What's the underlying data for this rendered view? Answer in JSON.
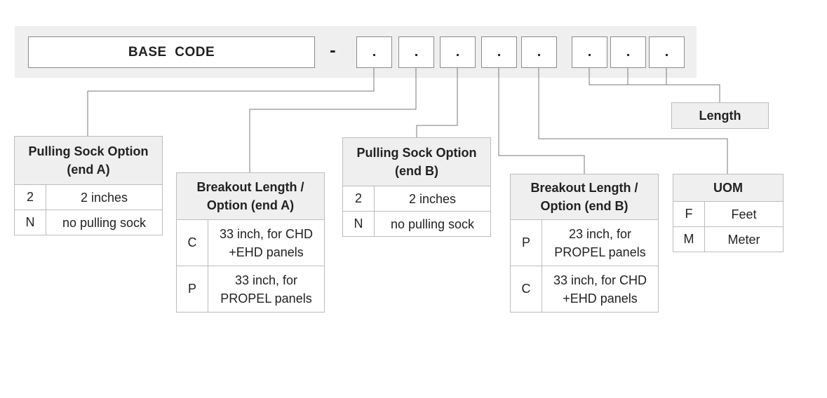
{
  "code": {
    "base_label": "BASE  CODE",
    "separator": "-",
    "slots": [
      ".",
      ".",
      ".",
      ".",
      ".",
      ".",
      ".",
      "."
    ]
  },
  "length_label": "Length",
  "tables": {
    "pulling_a": {
      "title": "Pulling Sock Option (end A)",
      "rows": [
        {
          "code": "2",
          "desc": "2 inches"
        },
        {
          "code": "N",
          "desc": "no pulling sock"
        }
      ]
    },
    "breakout_a": {
      "title": "Breakout Length / Option (end A)",
      "rows": [
        {
          "code": "C",
          "desc": "33 inch, for CHD +EHD panels"
        },
        {
          "code": "P",
          "desc": "33 inch, for PROPEL panels"
        }
      ]
    },
    "pulling_b": {
      "title": "Pulling Sock Option (end B)",
      "rows": [
        {
          "code": "2",
          "desc": "2 inches"
        },
        {
          "code": "N",
          "desc": "no pulling sock"
        }
      ]
    },
    "breakout_b": {
      "title": "Breakout Length / Option (end B)",
      "rows": [
        {
          "code": "P",
          "desc": "23 inch, for PROPEL panels"
        },
        {
          "code": "C",
          "desc": "33 inch, for CHD +EHD panels"
        }
      ]
    },
    "uom": {
      "title": "UOM",
      "rows": [
        {
          "code": "F",
          "desc": "Feet"
        },
        {
          "code": "M",
          "desc": "Meter"
        }
      ]
    }
  }
}
